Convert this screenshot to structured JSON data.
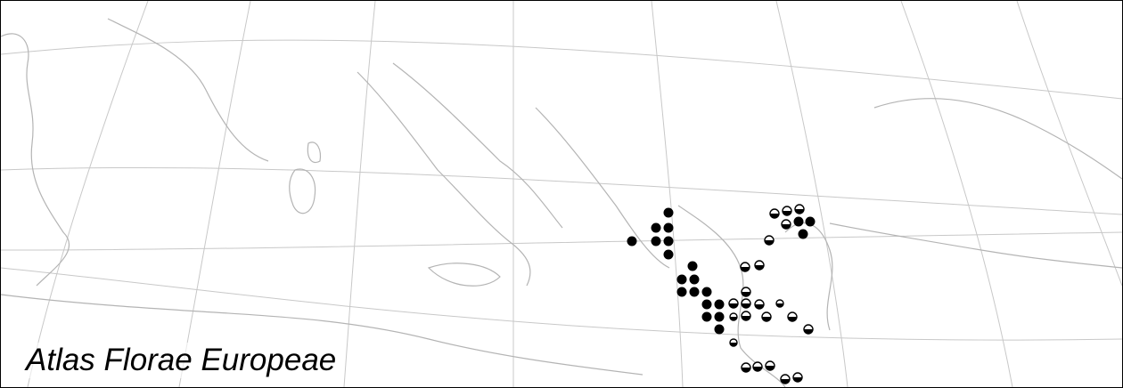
{
  "atlas_label": "Atlas Florae Europeae",
  "colors": {
    "graticule": "#c8c8c8",
    "coastline": "#b4b4b4",
    "native_record": "#000000",
    "introduced_record_fill": "#ffffff",
    "introduced_record_outline": "#000000",
    "frame": "#000000"
  },
  "legend_symbols": {
    "native": "filled-circle",
    "introduced": "half-filled-circle",
    "uncertain": "open-circle"
  }
}
